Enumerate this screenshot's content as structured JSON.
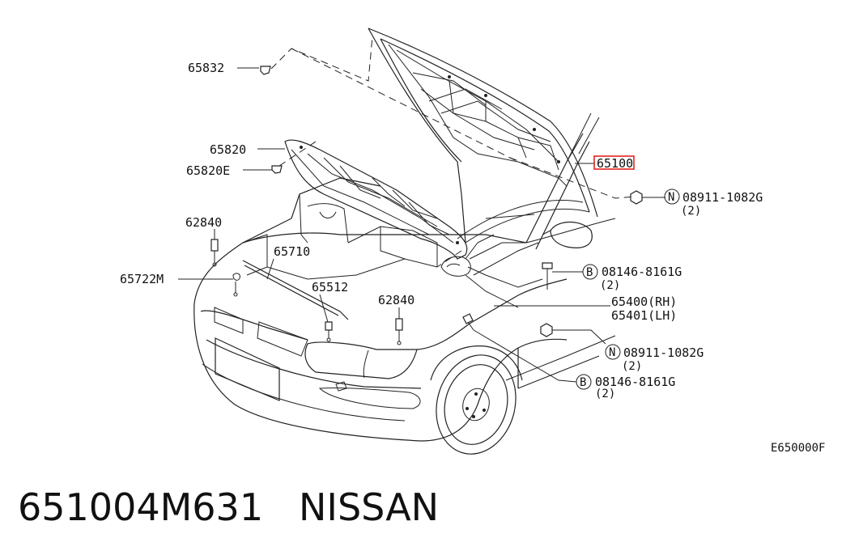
{
  "callouts": {
    "p65832": "65832",
    "p65820": "65820",
    "p65820e": "65820E",
    "p62840a": "62840",
    "p65722m": "65722M",
    "p65710": "65710",
    "p65512": "65512",
    "p62840b": "62840",
    "p65100": "65100",
    "p65400": "65400(RH)",
    "p65401": "65401(LH)",
    "n08911a": "08911-1082G",
    "n08911a_qty": "(2)",
    "b08146a": "08146-8161G",
    "b08146a_qty": "(2)",
    "n08911b": "08911-1082G",
    "n08911b_qty": "(2)",
    "b08146b": "08146-8161G",
    "b08146b_qty": "(2)",
    "ref_code": "E650000F"
  },
  "symbols": {
    "nut": "N",
    "bolt": "B"
  },
  "highlight_color": "#e5251e",
  "caption": {
    "part_number": "651004M631",
    "brand": "NISSAN"
  }
}
